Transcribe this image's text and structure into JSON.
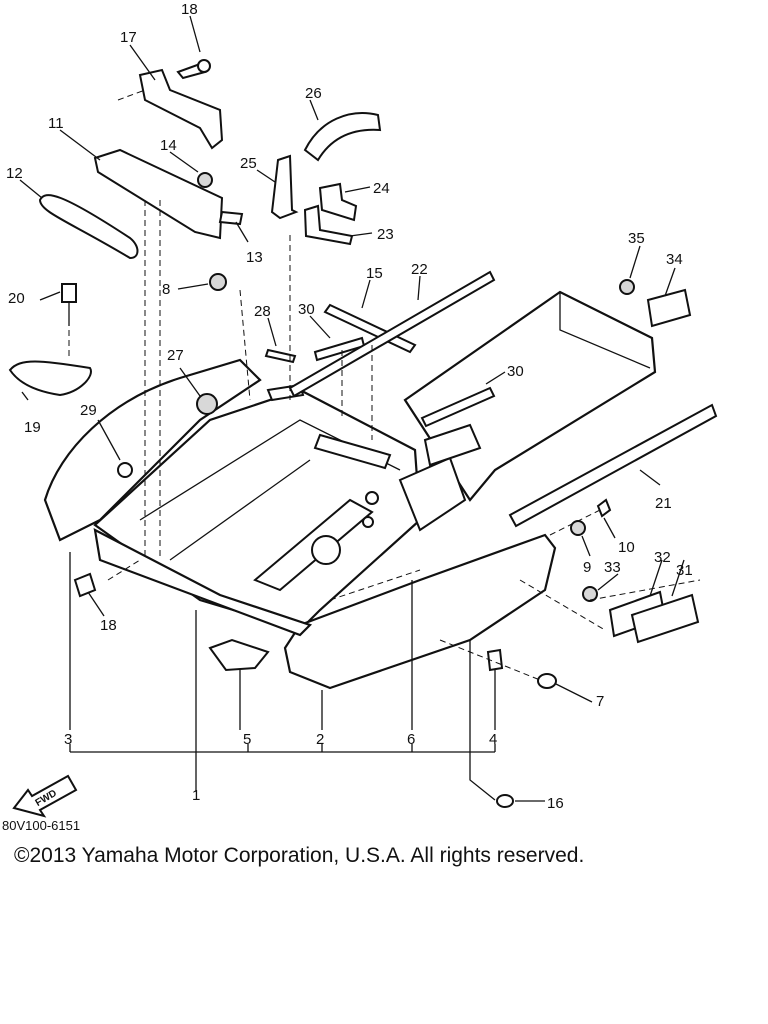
{
  "diagram": {
    "part_numbers": [
      "1",
      "2",
      "3",
      "4",
      "5",
      "6",
      "7",
      "8",
      "9",
      "10",
      "11",
      "12",
      "13",
      "14",
      "15",
      "16",
      "17",
      "18",
      "19",
      "20",
      "21",
      "22",
      "23",
      "24",
      "25",
      "26",
      "27",
      "28",
      "29",
      "30",
      "31",
      "32",
      "33",
      "34",
      "35"
    ],
    "labels": {
      "p18a": "18",
      "p17": "17",
      "p11": "11",
      "p14": "14",
      "p12": "12",
      "p13": "13",
      "p25": "25",
      "p26": "26",
      "p24": "24",
      "p23": "23",
      "p35": "35",
      "p34": "34",
      "p20": "20",
      "p8": "8",
      "p28": "28",
      "p30a": "30",
      "p15": "15",
      "p22": "22",
      "p19": "19",
      "p27": "27",
      "p30b": "30",
      "p29": "29",
      "p21": "21",
      "p10": "10",
      "p9": "9",
      "p33": "33",
      "p32": "32",
      "p31": "31",
      "p18b": "18",
      "p7": "7",
      "p3": "3",
      "p5": "5",
      "p2": "2",
      "p6": "6",
      "p4": "4",
      "p1": "1",
      "p16": "16"
    },
    "fwd_label": "FWD"
  },
  "footer": {
    "drawing_code": "80V100-6151",
    "copyright": "©2013 Yamaha Motor Corporation, U.S.A. All rights reserved."
  }
}
